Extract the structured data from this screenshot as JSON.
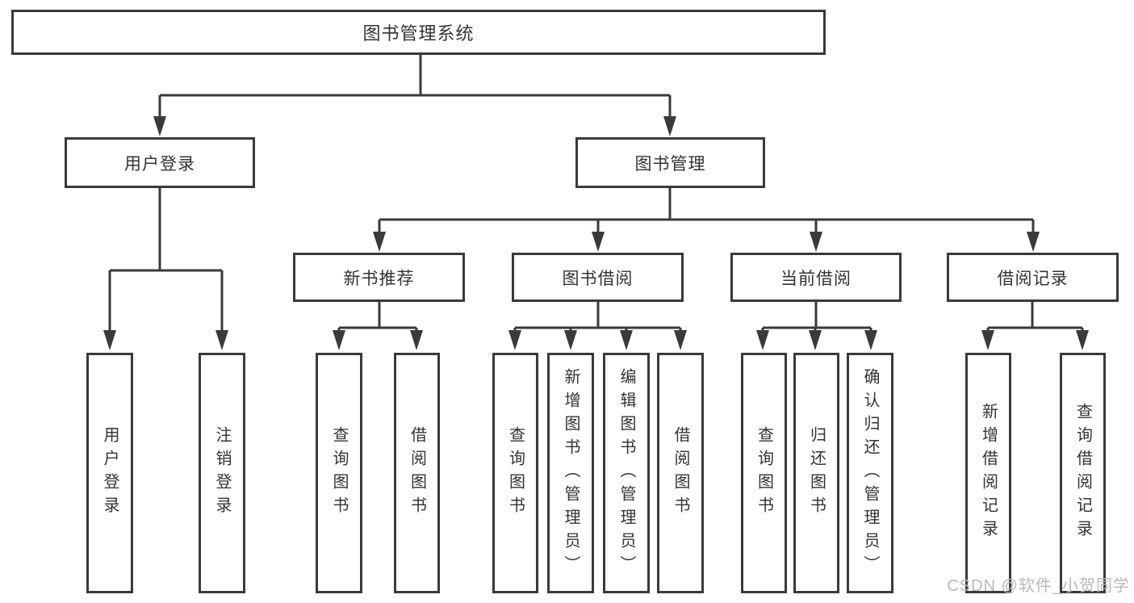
{
  "title": "图书管理系统",
  "colors": {
    "line": "#3a3a3a",
    "text": "#333333",
    "box_bg": "#ffffff",
    "watermark": "#b9b9b9",
    "background": "#ffffff"
  },
  "watermark": {
    "text": "CSDN @软件_小贺同学"
  },
  "diagram": {
    "type": "hierarchy-tree",
    "root": {
      "label": "图书管理系统"
    },
    "level2": [
      {
        "label": "用户登录",
        "parent": "图书管理系统"
      },
      {
        "label": "图书管理",
        "parent": "图书管理系统"
      }
    ],
    "level3": [
      {
        "label": "新书推荐",
        "parent": "图书管理"
      },
      {
        "label": "图书借阅",
        "parent": "图书管理"
      },
      {
        "label": "当前借阅",
        "parent": "图书管理"
      },
      {
        "label": "借阅记录",
        "parent": "图书管理"
      }
    ],
    "leaves": [
      {
        "label": "用户登录",
        "parent": "用户登录"
      },
      {
        "label": "注销登录",
        "parent": "用户登录"
      },
      {
        "label": "查询图书",
        "parent": "新书推荐"
      },
      {
        "label": "借阅图书",
        "parent": "新书推荐"
      },
      {
        "label": "查询图书",
        "parent": "图书借阅"
      },
      {
        "label": "新增图书（管理员）",
        "parent": "图书借阅"
      },
      {
        "label": "编辑图书（管理员）",
        "parent": "图书借阅"
      },
      {
        "label": "借阅图书",
        "parent": "图书借阅"
      },
      {
        "label": "查询图书",
        "parent": "当前借阅"
      },
      {
        "label": "归还图书",
        "parent": "当前借阅"
      },
      {
        "label": "确认归还（管理员）",
        "parent": "当前借阅"
      },
      {
        "label": "新增借阅记录",
        "parent": "借阅记录"
      },
      {
        "label": "查询借阅记录",
        "parent": "借阅记录"
      }
    ]
  }
}
